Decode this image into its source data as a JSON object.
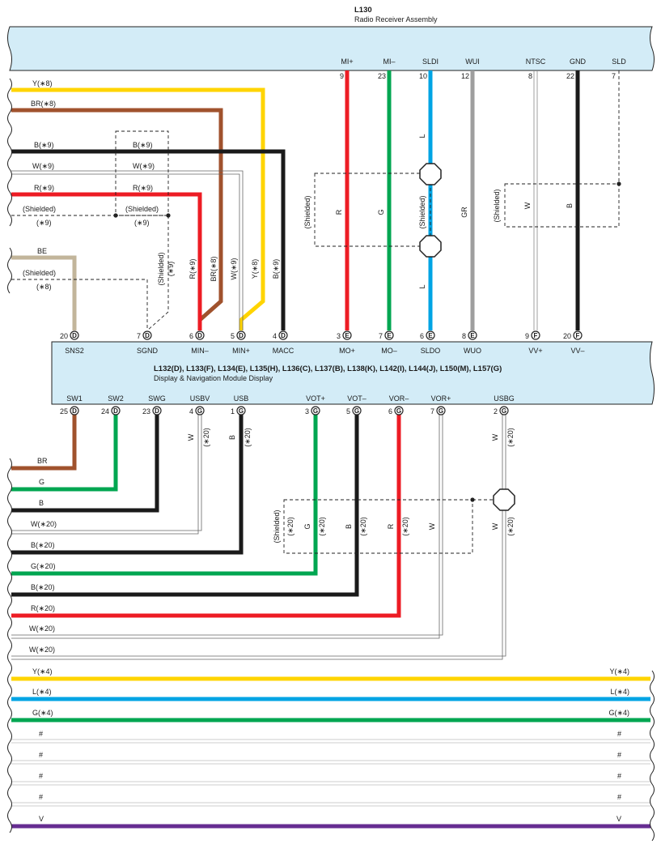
{
  "radio": {
    "code": "L130",
    "name": "Radio Receiver Assembly",
    "pins": [
      {
        "name": "MI+",
        "num": "9"
      },
      {
        "name": "MI–",
        "num": "23"
      },
      {
        "name": "SLDI",
        "num": "10"
      },
      {
        "name": "WUI",
        "num": "12"
      },
      {
        "name": "NTSC",
        "num": "8"
      },
      {
        "name": "GND",
        "num": "22"
      },
      {
        "name": "SLD",
        "num": "7"
      }
    ]
  },
  "display": {
    "codes": "L132(D), L133(F), L134(E), L135(H), L136(C), L137(B), L138(K), L142(I), L144(J), L150(M), L157(G)",
    "name": "Display & Navigation Module Display",
    "top_pins": [
      {
        "num": "20",
        "conn": "D",
        "name": "SNS2"
      },
      {
        "num": "7",
        "conn": "D",
        "name": "SGND"
      },
      {
        "num": "6",
        "conn": "D",
        "name": "MIN–"
      },
      {
        "num": "5",
        "conn": "D",
        "name": "MIN+"
      },
      {
        "num": "4",
        "conn": "D",
        "name": "MACC"
      },
      {
        "num": "3",
        "conn": "E",
        "name": "MO+"
      },
      {
        "num": "7",
        "conn": "E",
        "name": "MO–"
      },
      {
        "num": "6",
        "conn": "E",
        "name": "SLDO"
      },
      {
        "num": "8",
        "conn": "E",
        "name": "WUO"
      },
      {
        "num": "9",
        "conn": "F",
        "name": "VV+"
      },
      {
        "num": "20",
        "conn": "F",
        "name": "VV–"
      }
    ],
    "bottom_pins": [
      {
        "num": "25",
        "conn": "D",
        "name": "SW1"
      },
      {
        "num": "24",
        "conn": "D",
        "name": "SW2"
      },
      {
        "num": "23",
        "conn": "D",
        "name": "SWG"
      },
      {
        "num": "4",
        "conn": "G",
        "name": "USBV"
      },
      {
        "num": "1",
        "conn": "G",
        "name": "USB"
      },
      {
        "num": "3",
        "conn": "G",
        "name": "VOT+"
      },
      {
        "num": "5",
        "conn": "G",
        "name": "VOT–"
      },
      {
        "num": "6",
        "conn": "G",
        "name": "VOR–"
      },
      {
        "num": "7",
        "conn": "G",
        "name": "VOR+"
      },
      {
        "num": "2",
        "conn": "G",
        "name": "USBG"
      }
    ]
  },
  "labels": {
    "shielded": "(Shielded)",
    "n4": "(∗4)",
    "n8": "(∗8)",
    "n9": "(∗9)",
    "n20": "(∗20)"
  },
  "left_wires": [
    "Y(∗8)",
    "BR(∗8)",
    "B(∗9)",
    "W(∗9)",
    "R(∗9)",
    "BE"
  ],
  "splice_labels": [
    "B(∗9)",
    "W(∗9)",
    "R(∗9)"
  ],
  "vertical_labels_top": [
    "R(∗9)",
    "BR(∗8)",
    "W(∗9)",
    "Y(∗8)",
    "B(∗9)"
  ],
  "radio_wire_labels": [
    "R",
    "G",
    "L",
    "L",
    "GR",
    "W",
    "B"
  ],
  "bottom_left_wires": [
    "BR",
    "G",
    "B",
    "W(∗20)",
    "B(∗20)",
    "G(∗20)",
    "B(∗20)",
    "R(∗20)",
    "W(∗20)",
    "W(∗20)"
  ],
  "bottom_vertical_labels": [
    "W",
    "B",
    "G",
    "B",
    "R",
    "W",
    "W",
    "W"
  ],
  "through_wires": [
    {
      "left": "Y(∗4)",
      "right": "Y(∗4)",
      "color": "#ffd400"
    },
    {
      "left": "L(∗4)",
      "right": "L(∗4)",
      "color": "#00a4e4"
    },
    {
      "left": "G(∗4)",
      "right": "G(∗4)",
      "color": "#00a651"
    },
    {
      "left": "#",
      "right": "#",
      "color": "#bdbdbd"
    },
    {
      "left": "#",
      "right": "#",
      "color": "#bdbdbd"
    },
    {
      "left": "#",
      "right": "#",
      "color": "#bdbdbd"
    },
    {
      "left": "#",
      "right": "#",
      "color": "#bdbdbd"
    },
    {
      "left": "V",
      "right": "V",
      "color": "#662d91"
    }
  ],
  "colors": {
    "module": "#d3ecf7",
    "yellow": "#ffd400",
    "brown": "#a0522d",
    "black": "#1a1a1a",
    "white_wire": "#9a9a9a",
    "red": "#ed1c24",
    "beige": "#c2b59b",
    "green": "#00a651",
    "blue": "#00a4e4",
    "gray": "#9e9e9e",
    "violet": "#662d91"
  }
}
